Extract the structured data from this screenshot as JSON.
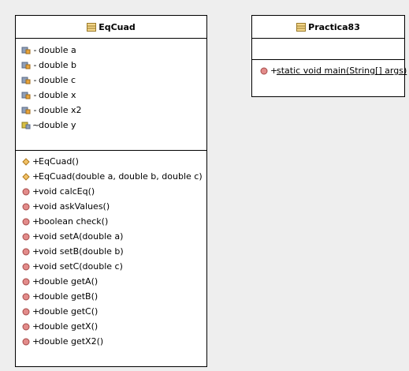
{
  "colors": {
    "canvas_background": "#eeeeee",
    "box_background": "#ffffff",
    "box_border": "#000000",
    "method_public": "#d9706f",
    "constructor": "#e8a53c",
    "field_private": "#8f9fb8",
    "field_package": "#d9c043"
  },
  "classes": {
    "eqcuad": {
      "name": "EqCuad",
      "icon": "class-icon",
      "fields": [
        {
          "visibility": "-",
          "text": "double a",
          "icon": "private-field-icon"
        },
        {
          "visibility": "-",
          "text": "double b",
          "icon": "private-field-icon"
        },
        {
          "visibility": "-",
          "text": "double c",
          "icon": "private-field-icon"
        },
        {
          "visibility": "-",
          "text": "double x",
          "icon": "private-field-icon"
        },
        {
          "visibility": "-",
          "text": "double x2",
          "icon": "private-field-icon"
        },
        {
          "visibility": "~",
          "text": "double y",
          "icon": "package-field-icon"
        }
      ],
      "methods": [
        {
          "visibility": "+",
          "text": "EqCuad()",
          "icon": "constructor-icon"
        },
        {
          "visibility": "+",
          "text": "EqCuad(double a, double b, double c)",
          "icon": "constructor-icon"
        },
        {
          "visibility": "+",
          "text": "void calcEq()",
          "icon": "public-method-icon"
        },
        {
          "visibility": "+",
          "text": "void askValues()",
          "icon": "public-method-icon"
        },
        {
          "visibility": "+",
          "text": "boolean check()",
          "icon": "public-method-icon"
        },
        {
          "visibility": "+",
          "text": "void setA(double a)",
          "icon": "public-method-icon"
        },
        {
          "visibility": "+",
          "text": "void setB(double b)",
          "icon": "public-method-icon"
        },
        {
          "visibility": "+",
          "text": "void setC(double c)",
          "icon": "public-method-icon"
        },
        {
          "visibility": "+",
          "text": "double getA()",
          "icon": "public-method-icon"
        },
        {
          "visibility": "+",
          "text": "double getB()",
          "icon": "public-method-icon"
        },
        {
          "visibility": "+",
          "text": "double getC()",
          "icon": "public-method-icon"
        },
        {
          "visibility": "+",
          "text": "double getX()",
          "icon": "public-method-icon"
        },
        {
          "visibility": "+",
          "text": "double getX2()",
          "icon": "public-method-icon"
        }
      ]
    },
    "practica83": {
      "name": "Practica83",
      "icon": "class-icon",
      "fields": [],
      "methods": [
        {
          "visibility": "+",
          "text": "static void main(String[] args)",
          "icon": "public-method-icon",
          "static": true
        }
      ]
    }
  }
}
